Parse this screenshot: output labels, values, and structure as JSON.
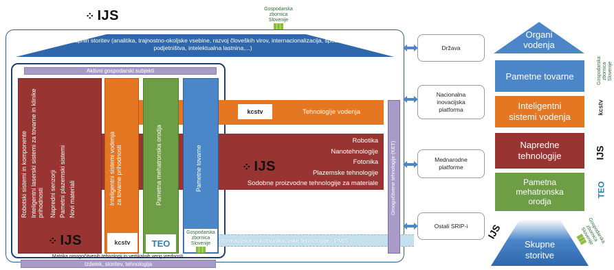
{
  "logos": {
    "ijs": "IJS",
    "gzs_lines": "Gospodarska\nzbornica\nSlovenije",
    "kcstv": "kcstv",
    "teo": "TEO"
  },
  "top_roof": {
    "text": "Razvoj skupnih storitev (analitika,  trajnostno-okoljske vsebine, razvoj človeških virov, internacionalizacija, spodbujanje podjetništva,  intelektualna lastnina,...)"
  },
  "inner": {
    "aktivni": "Aktivni gospodarski subjekti",
    "matrika": "Matrika omogočitvenih tehnologij in vertikalnih verig vrednosti",
    "izdelek": "Izdelek, storitev, tehnologija",
    "red_columns": [
      "Robotski sistemi in komponente",
      "Inteligentni laserski sistemi za tovarne in klinike prihodnosti",
      "Napredni senzorji",
      "Pametni plazemski sistemi",
      "Novi materiali"
    ],
    "orange_column": "Inteligentni sistemi vodenja\nza tovarne prihodnosti",
    "green_column": "Pametna mehatronska orodja",
    "blue_column": "Pametne tovarne"
  },
  "bands": {
    "tehnologije_vodenja": "Tehnologije vodenja",
    "red_items": [
      "Robotika",
      "Nanotehnologije",
      "Fotonika",
      "Plazemske tehnologije",
      "Sodobne proizvodne tehnologije za materiale"
    ],
    "ikt": "Informacijske in komunikacijske tehnologije - PMiS",
    "ket": "Omogočitvene tehnologije (KET)"
  },
  "right_boxes": [
    "Država",
    "Nacionalna\ninovacijska\nplatforma",
    "Mednarodne\nplatforme",
    "Ostali SRIP-i"
  ],
  "legend": {
    "organi": "Organi\nvodenja",
    "items": [
      {
        "label": "Pametne tovarne",
        "color": "#4a86c8"
      },
      {
        "label": "Inteligentni\nsistemi vodenja",
        "color": "#e57722"
      },
      {
        "label": "Napredne\ntehnologije",
        "color": "#983533"
      },
      {
        "label": "Pametna\nmehatronska\norodja",
        "color": "#6d9d45"
      }
    ],
    "skupne": "Skupne\nstoritve"
  }
}
